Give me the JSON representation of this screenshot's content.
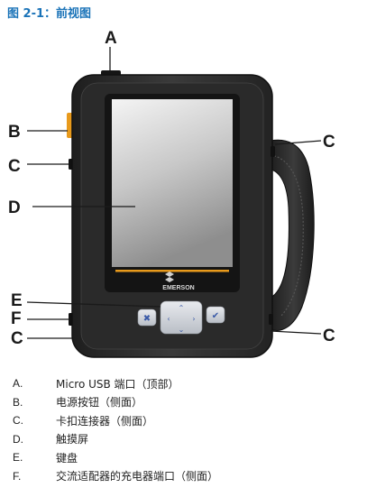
{
  "figure": {
    "title": "图 2-1：前视图"
  },
  "device": {
    "brand": "EMERSON"
  },
  "callouts": {
    "A": "A",
    "B": "B",
    "C": "C",
    "D": "D",
    "E": "E",
    "F": "F"
  },
  "legend": [
    {
      "key": "A.",
      "text": "Micro USB 端口（顶部）"
    },
    {
      "key": "B.",
      "text": "电源按钮（侧面）"
    },
    {
      "key": "C.",
      "text": "卡扣连接器（侧面）"
    },
    {
      "key": "D.",
      "text": "触摸屏"
    },
    {
      "key": "E.",
      "text": "键盘"
    },
    {
      "key": "F.",
      "text": "交流适配器的充电器端口（侧面）"
    }
  ],
  "colors": {
    "title": "#1a73b8",
    "accent_orange": "#e89a1c",
    "body": "#2b2b2b"
  }
}
